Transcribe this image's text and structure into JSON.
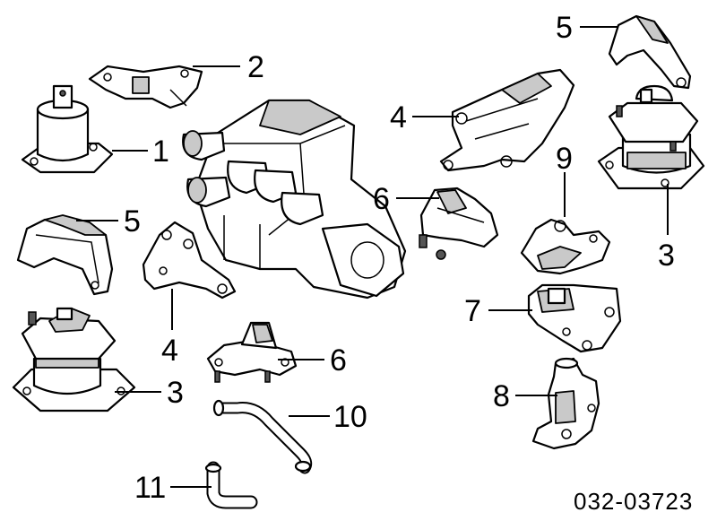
{
  "diagram": {
    "code": "032-03723",
    "callouts": [
      {
        "id": "c1",
        "label": "1"
      },
      {
        "id": "c2",
        "label": "2"
      },
      {
        "id": "c3a",
        "label": "3"
      },
      {
        "id": "c3b",
        "label": "3"
      },
      {
        "id": "c4a",
        "label": "4"
      },
      {
        "id": "c4b",
        "label": "4"
      },
      {
        "id": "c5a",
        "label": "5"
      },
      {
        "id": "c5b",
        "label": "5"
      },
      {
        "id": "c6a",
        "label": "6"
      },
      {
        "id": "c6b",
        "label": "6"
      },
      {
        "id": "c7",
        "label": "7"
      },
      {
        "id": "c8",
        "label": "8"
      },
      {
        "id": "c9",
        "label": "9"
      },
      {
        "id": "c10",
        "label": "10"
      },
      {
        "id": "c11",
        "label": "11"
      }
    ]
  }
}
